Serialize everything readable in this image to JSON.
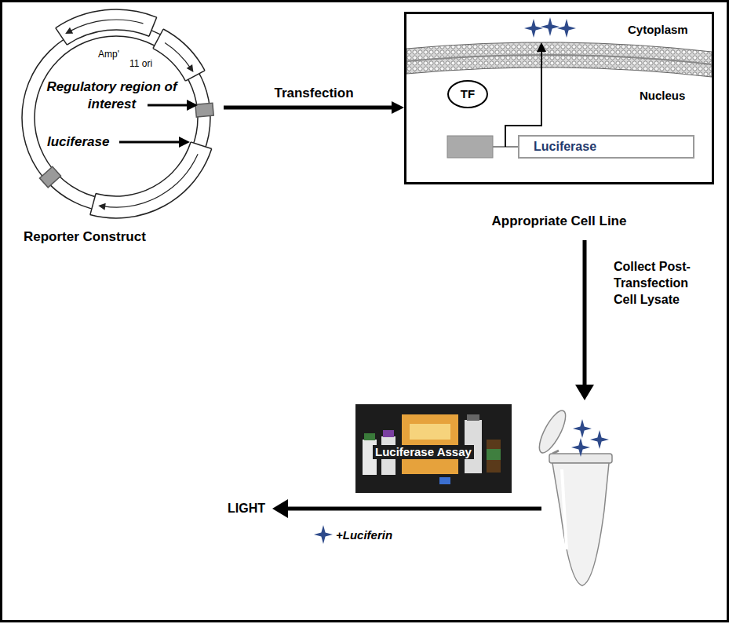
{
  "diagram": {
    "nodes": [
      {
        "text": [
          "Reporter Construct"
        ]
      },
      {
        "text": [
          "Appropriate Cell Line"
        ]
      },
      {
        "text": [
          "TF"
        ],
        "in": 1
      },
      {
        "text": [
          "Luciferase"
        ],
        "in": 1
      },
      {
        "text": [
          "Luciferase Assay"
        ]
      }
    ],
    "edges": [
      {
        "from": 0,
        "to": 1,
        "arrow": "to",
        "label": "Transfection"
      }
    ],
    "labels": [
      "Amp'",
      "11 ori",
      "Regulatory region of interest",
      "luciferase",
      "Cytoplasm",
      "Nucleus",
      "Collect Post-Transfection Cell Lysate",
      "LIGHT",
      "+Luciferin"
    ]
  }
}
